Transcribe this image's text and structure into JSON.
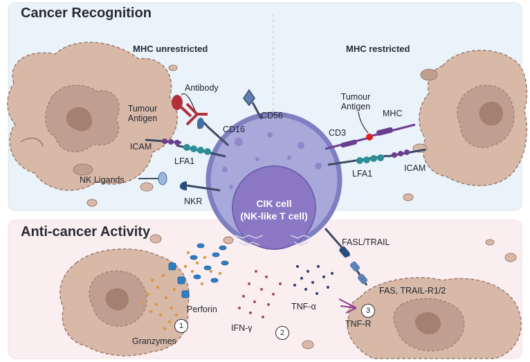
{
  "sections": {
    "recognition_title": "Cancer Recognition",
    "activity_title": "Anti-cancer Activity"
  },
  "subtitles": {
    "mhc_unrestricted": "MHC unrestricted",
    "mhc_restricted": "MHC restricted"
  },
  "cik_cell": {
    "line1": "CIK cell",
    "line2": "(NK-like T cell)"
  },
  "labels": {
    "antibody": "Antibody",
    "tumour_antigen_left_1": "Tumour",
    "tumour_antigen_left_2": "Antigen",
    "cd16": "CD16",
    "cd56": "CD56",
    "icam_left": "ICAM",
    "lfa1_left": "LFA1",
    "nk_ligands": "NK Ligands",
    "nkr": "NKR",
    "tumour_antigen_right_1": "Tumour",
    "tumour_antigen_right_2": "Antigen",
    "mhc": "MHC",
    "cd3": "CD3",
    "lfa1_right": "LFA1",
    "icam_right": "ICAM",
    "fasl_trail": "FASL/TRAIL",
    "fas_trail_r": "FAS, TRAIL-R1/2",
    "perforin": "Perforin",
    "granzymes": "Granzymes",
    "ifn_gamma": "IFN-γ",
    "tnf_alpha": "TNF-α",
    "tnf_r": "TNF-R"
  },
  "numbers": {
    "n1": "1",
    "n2": "2",
    "n3": "3"
  },
  "colors": {
    "recognition_bg": "#eaf2fa",
    "activity_bg": "#fbeef1",
    "tumour_cell": "#d8b9a8",
    "tumour_nucleus": "#b28b7a",
    "cik_membrane": "#7e7fc0",
    "cik_cytoplasm": "#a8a8db",
    "cik_nucleus": "#8a78c4",
    "receptor_teal": "#2e8e95",
    "receptor_purple": "#6b3d8f",
    "antibody_red": "#b0303a",
    "perforin_blue": "#2f7fc4",
    "granzyme_orange": "#d89a3a",
    "ifn_red": "#a44a5e",
    "tnf_navy": "#2c3a78"
  }
}
